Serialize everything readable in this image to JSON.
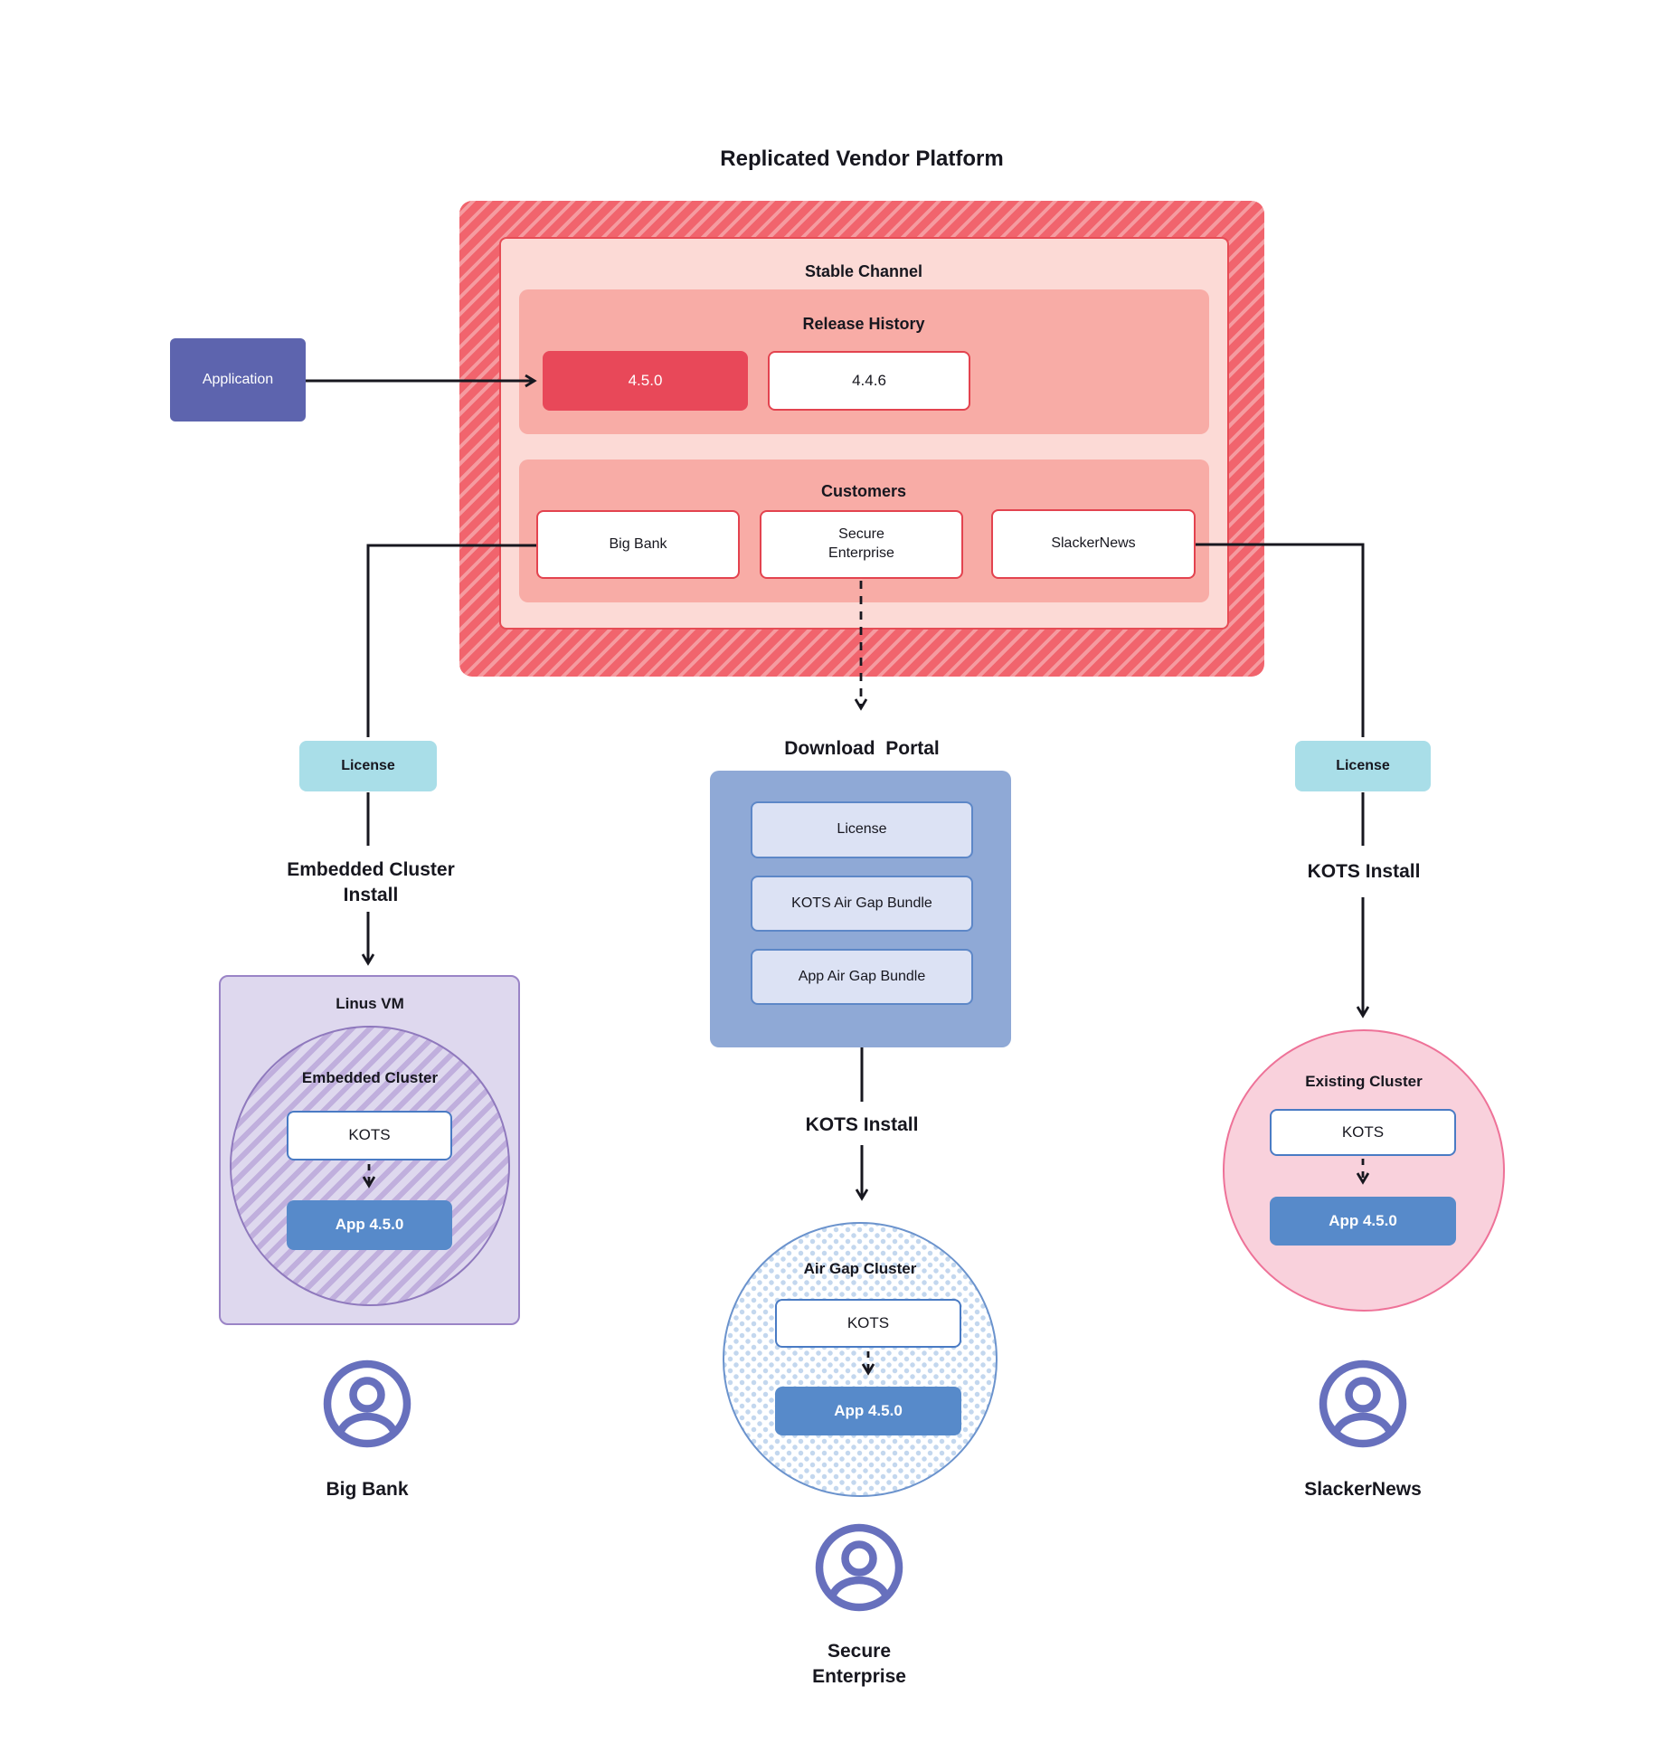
{
  "title": "Replicated Vendor Platform",
  "palette": {
    "platform_red": "#f1646d",
    "platform_stripe_light": "#f59ba0",
    "stable_channel_pink": "#fcdad6",
    "panel_salmon": "#f8aca6",
    "release_current_red": "#e84859",
    "red_border": "#e3434f",
    "application_purple": "#5d64ae",
    "license_teal": "#a9dee8",
    "portal_blue": "#8fa9d6",
    "portal_item_blue": "#dce2f4",
    "app_blue": "#578aca",
    "kots_border_blue": "#4a7bc4",
    "vm_lavender": "#ded8ee",
    "vm_border_purple": "#9a84c6",
    "existing_cluster_pink": "#f9d1dc",
    "existing_cluster_border": "#ee7298",
    "person_icon_purple": "#6770bd",
    "connector_black": "#17171f"
  },
  "platform": {
    "stable_channel_label": "Stable Channel",
    "release_history_label": "Release History",
    "releases": [
      {
        "version": "4.5.0"
      },
      {
        "version": "4.4.6"
      }
    ],
    "customers_label": "Customers",
    "customers": [
      {
        "name": "Big Bank"
      },
      {
        "name": "Secure Enterprise"
      },
      {
        "name": "SlackerNews"
      }
    ]
  },
  "application_label": "Application",
  "flows": {
    "left": {
      "license_label": "License",
      "install_label": "Embedded Cluster Install",
      "container_label": "Linus VM",
      "cluster_label": "Embedded Cluster",
      "kots_label": "KOTS",
      "app_label": "App 4.5.0",
      "user_label": "Big Bank"
    },
    "middle": {
      "portal_label": "Download  Portal",
      "portal_items": [
        {
          "label": "License"
        },
        {
          "label": "KOTS Air Gap Bundle"
        },
        {
          "label": "App Air Gap Bundle"
        }
      ],
      "install_label": "KOTS Install",
      "cluster_label": "Air Gap Cluster",
      "kots_label": "KOTS",
      "app_label": "App 4.5.0",
      "user_label": "Secure Enterprise"
    },
    "right": {
      "license_label": "License",
      "install_label": "KOTS Install",
      "cluster_label": "Existing Cluster",
      "kots_label": "KOTS",
      "app_label": "App 4.5.0",
      "user_label": "SlackerNews"
    }
  }
}
